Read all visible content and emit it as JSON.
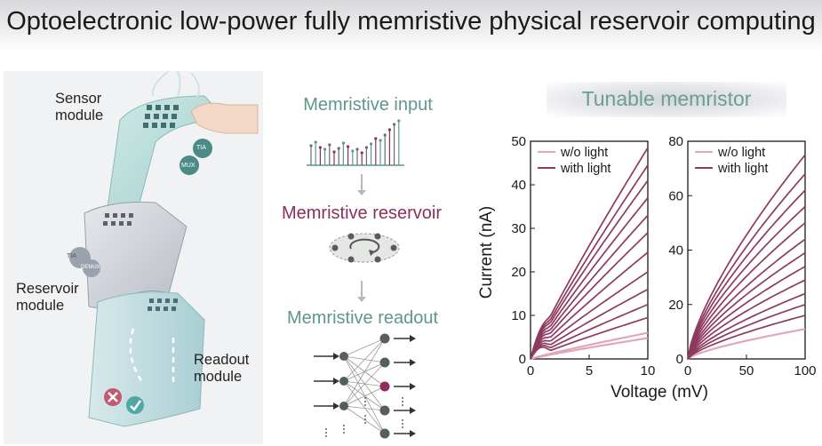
{
  "title": "Optoelectronic low-power fully memristive physical reservoir computing",
  "left_panel": {
    "sensor_label": "Sensor\nmodule",
    "reservoir_label": "Reservoir\nmodule",
    "readout_label": "Readout\nmodule",
    "tia_label": "TIA",
    "mux_label": "MUX",
    "tia2_label": "TIA",
    "demux_label": "DEMUX"
  },
  "flow": {
    "input_title": "Memristive input",
    "reservoir_title": "Memristive reservoir",
    "readout_title": "Memristive readout",
    "input_color": "#5f978d",
    "reservoir_color": "#8d2f5c",
    "readout_color": "#5f978d"
  },
  "chart_header": "Tunable memristor",
  "colors": {
    "light": "#e2a6bb",
    "dark": "#8e3a60"
  },
  "chart_data": [
    {
      "type": "line",
      "xlabel": "Voltage (mV)",
      "ylabel": "Current (nA)",
      "xlim": [
        0,
        10
      ],
      "ylim": [
        0,
        50
      ],
      "xticks": [
        0,
        5,
        10
      ],
      "yticks": [
        0,
        10,
        20,
        30,
        40,
        50
      ],
      "legend": [
        "w/o light",
        "with light"
      ],
      "legend_position": "top-left",
      "series_light_endpoints": [
        4.8,
        6.0
      ],
      "series_dark_endpoints": [
        9.5,
        12.5,
        16,
        20,
        24.5,
        29,
        33,
        37,
        41,
        44.5,
        48.5
      ]
    },
    {
      "type": "line",
      "xlim": [
        0,
        100
      ],
      "ylim": [
        0,
        80
      ],
      "xticks": [
        0,
        50,
        100
      ],
      "yticks": [
        0,
        20,
        40,
        60,
        80
      ],
      "legend": [
        "w/o light",
        "with light"
      ],
      "legend_position": "top-left",
      "series_light_endpoints": [
        11
      ],
      "series_dark_endpoints": [
        16,
        20,
        24,
        29,
        34,
        39,
        44,
        50,
        56,
        62,
        68,
        75
      ]
    }
  ]
}
